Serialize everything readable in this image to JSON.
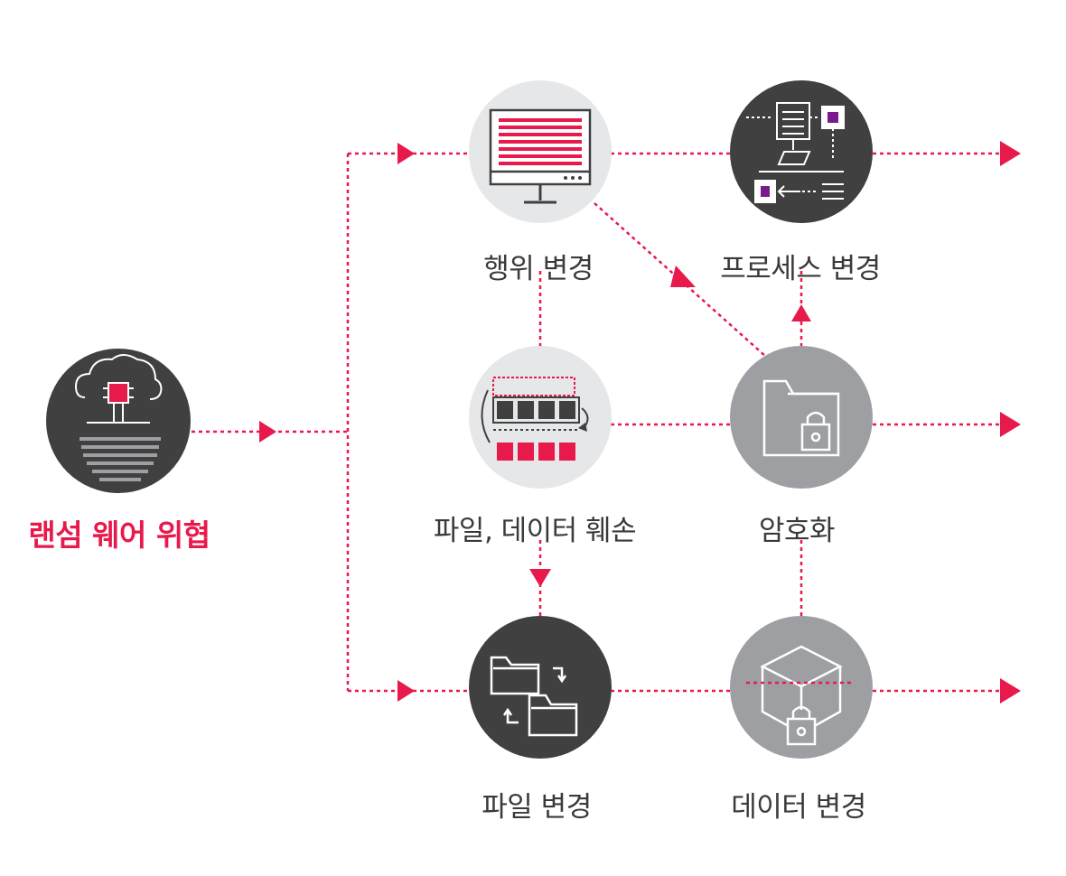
{
  "colors": {
    "accent": "#e8194b",
    "dark_node": "#404041",
    "light_node": "#e6e7e8",
    "mid_node": "#9d9fa2",
    "label_text": "#3a3a3a"
  },
  "nodes": {
    "source": {
      "label": "랜섬 웨어 위협",
      "icon": "cloud-chip-icon"
    },
    "behavior": {
      "label": "행위 변경",
      "icon": "monitor-code-icon"
    },
    "process": {
      "label": "프로세스 변경",
      "icon": "process-flow-icon"
    },
    "damage": {
      "label": "파일, 데이터 훼손",
      "icon": "data-blocks-icon"
    },
    "encrypt": {
      "label": "암호화",
      "icon": "locked-folder-icon"
    },
    "file": {
      "label": "파일 변경",
      "icon": "folder-swap-icon"
    },
    "data": {
      "label": "데이터 변경",
      "icon": "locked-cube-icon"
    }
  }
}
